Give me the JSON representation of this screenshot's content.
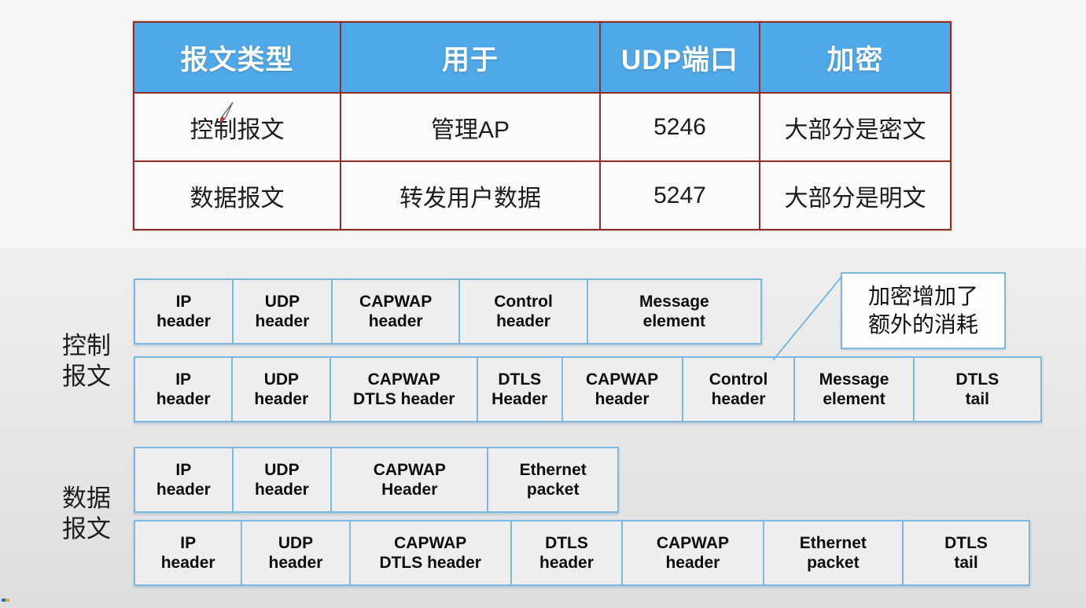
{
  "table": {
    "headers": [
      "报文类型",
      "用于",
      "UDP端口",
      "加密"
    ],
    "rows": [
      {
        "type": "控制报文",
        "usage": "管理AP",
        "port": "5246",
        "encryption": "大部分是密文"
      },
      {
        "type": "数据报文",
        "usage": "转发用户数据",
        "port": "5247",
        "encryption": "大部分是明文"
      }
    ]
  },
  "diagram": {
    "labels": {
      "control_line1": "控制",
      "control_line2": "报文",
      "data_line1": "数据",
      "data_line2": "报文"
    },
    "control_plain": [
      {
        "l1": "IP",
        "l2": "header"
      },
      {
        "l1": "UDP",
        "l2": "header"
      },
      {
        "l1": "CAPWAP",
        "l2": "header"
      },
      {
        "l1": "Control",
        "l2": "header"
      },
      {
        "l1": "Message",
        "l2": "element"
      }
    ],
    "control_dtls": [
      {
        "l1": "IP",
        "l2": "header"
      },
      {
        "l1": "UDP",
        "l2": "header"
      },
      {
        "l1": "CAPWAP",
        "l2": "DTLS header"
      },
      {
        "l1": "DTLS",
        "l2": "Header"
      },
      {
        "l1": "CAPWAP",
        "l2": "header"
      },
      {
        "l1": "Control",
        "l2": "header"
      },
      {
        "l1": "Message",
        "l2": "element"
      },
      {
        "l1": "DTLS",
        "l2": "tail"
      }
    ],
    "data_plain": [
      {
        "l1": "IP",
        "l2": "header"
      },
      {
        "l1": "UDP",
        "l2": "header"
      },
      {
        "l1": "CAPWAP",
        "l2": "Header"
      },
      {
        "l1": "Ethernet",
        "l2": "packet"
      }
    ],
    "data_dtls": [
      {
        "l1": "IP",
        "l2": "header"
      },
      {
        "l1": "UDP",
        "l2": "header"
      },
      {
        "l1": "CAPWAP",
        "l2": "DTLS header"
      },
      {
        "l1": "DTLS",
        "l2": "header"
      },
      {
        "l1": "CAPWAP",
        "l2": "header"
      },
      {
        "l1": "Ethernet",
        "l2": "packet"
      },
      {
        "l1": "DTLS",
        "l2": "tail"
      }
    ]
  },
  "callout": {
    "line1": "加密增加了",
    "line2": "额外的消耗"
  },
  "colors": {
    "header_blue": "#4fa8e8",
    "table_border_red": "#8e2f25",
    "packet_border_blue": "#7cb8e0",
    "packet_fill": "#eeeeee",
    "slide_background": "#e2e2e2",
    "cursor_red": "#d42a16"
  }
}
